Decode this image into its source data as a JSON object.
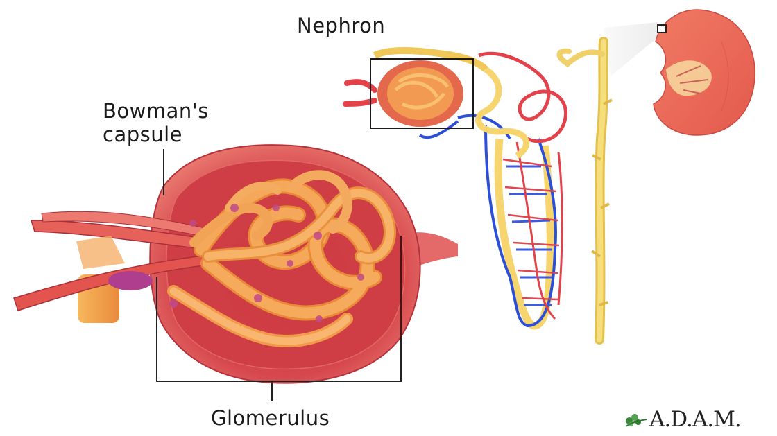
{
  "labels": {
    "nephron": "Nephron",
    "bowmans_capsule_line1": "Bowman's",
    "bowmans_capsule_line2": "capsule",
    "glomerulus": "Glomerulus"
  },
  "logo": {
    "text": "A.D.A.M.",
    "mark_icon": "adam-leaf-logo-icon"
  },
  "colors": {
    "capsule_red": "#d9454a",
    "glomerulus_orange": "#f4a150",
    "collecting_duct_yellow": "#f3d768",
    "vein_blue": "#2b4fd8",
    "artery_red": "#e4424a",
    "leader_line": "#222222"
  }
}
